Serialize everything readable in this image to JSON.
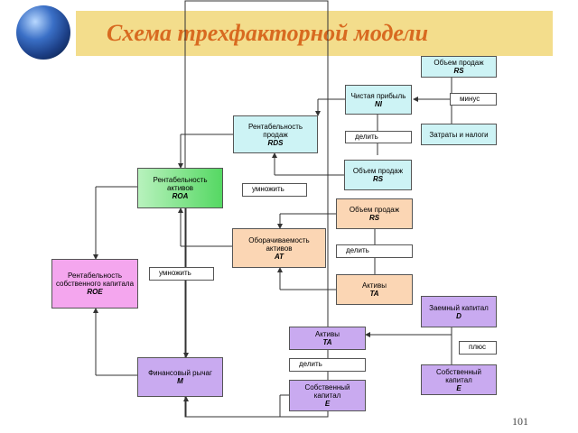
{
  "slide": {
    "title": "Схема трехфакторной модели",
    "page_number": "101"
  },
  "nodes": {
    "rs_top": {
      "label": "Объем продаж",
      "abbr": "RS"
    },
    "ni": {
      "label": "Чистая прибыль",
      "abbr": "NI"
    },
    "costs": {
      "label": "Затраты и налоги"
    },
    "rds": {
      "label": "Рентабельность продаж",
      "abbr": "RDS"
    },
    "rs_mid": {
      "label": "Объем продаж",
      "abbr": "RS"
    },
    "roa": {
      "label": "Рентабельность активов",
      "abbr": "ROA"
    },
    "rs_orange": {
      "label": "Объем продаж",
      "abbr": "RS"
    },
    "at": {
      "label": "Оборачиваемость активов",
      "abbr": "AT"
    },
    "ta_orange": {
      "label": "Активы",
      "abbr": "TA"
    },
    "roe": {
      "label": "Рентабельность собственного капитала",
      "abbr": "ROE"
    },
    "debt": {
      "label": "Заемный капитал",
      "abbr": "D"
    },
    "ta_purple": {
      "label": "Активы",
      "abbr": "TA"
    },
    "equity_right": {
      "label": "Собственный капитал",
      "abbr": "E"
    },
    "leverage": {
      "label": "Финансовый рычаг",
      "abbr": "M"
    },
    "equity_bottom": {
      "label": "Собственный капитал",
      "abbr": "E"
    }
  },
  "operators": {
    "minus": "минус",
    "divide_1": "делить",
    "multiply_1": "умножить",
    "divide_2": "делить",
    "multiply_2": "умножить",
    "plus": "плюс",
    "divide_3": "делить"
  },
  "colors": {
    "title": "#d86a20",
    "banner": "#f3dd8c",
    "cyan_box": "#cdf3f5",
    "green_box": "#55d863",
    "orange_box": "#fbd6b4",
    "pink_box": "#f4a6ee",
    "purple_box": "#c9aaf0"
  }
}
